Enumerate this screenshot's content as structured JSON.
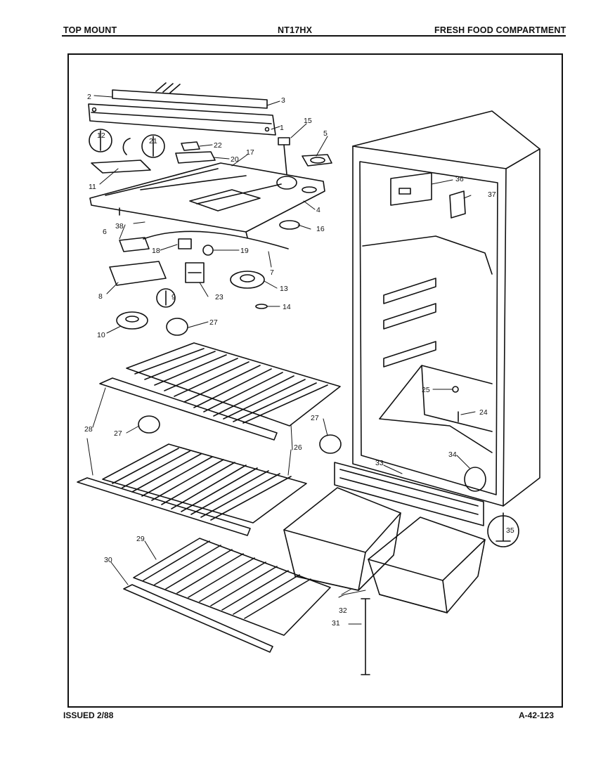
{
  "header": {
    "left": "TOP MOUNT",
    "center": "NT17HX",
    "right": "FRESH FOOD COMPARTMENT"
  },
  "footer": {
    "left": "ISSUED 2/88",
    "right": "A-42-123"
  },
  "labels": [
    "1",
    "2",
    "3",
    "4",
    "5",
    "6",
    "7",
    "8",
    "9",
    "10",
    "11",
    "12",
    "13",
    "14",
    "15",
    "16",
    "17",
    "18",
    "19",
    "20",
    "21",
    "22",
    "23",
    "24",
    "25",
    "26",
    "27",
    "27",
    "27",
    "28",
    "29",
    "30",
    "31",
    "32",
    "33",
    "34",
    "35",
    "36",
    "37",
    "38"
  ]
}
